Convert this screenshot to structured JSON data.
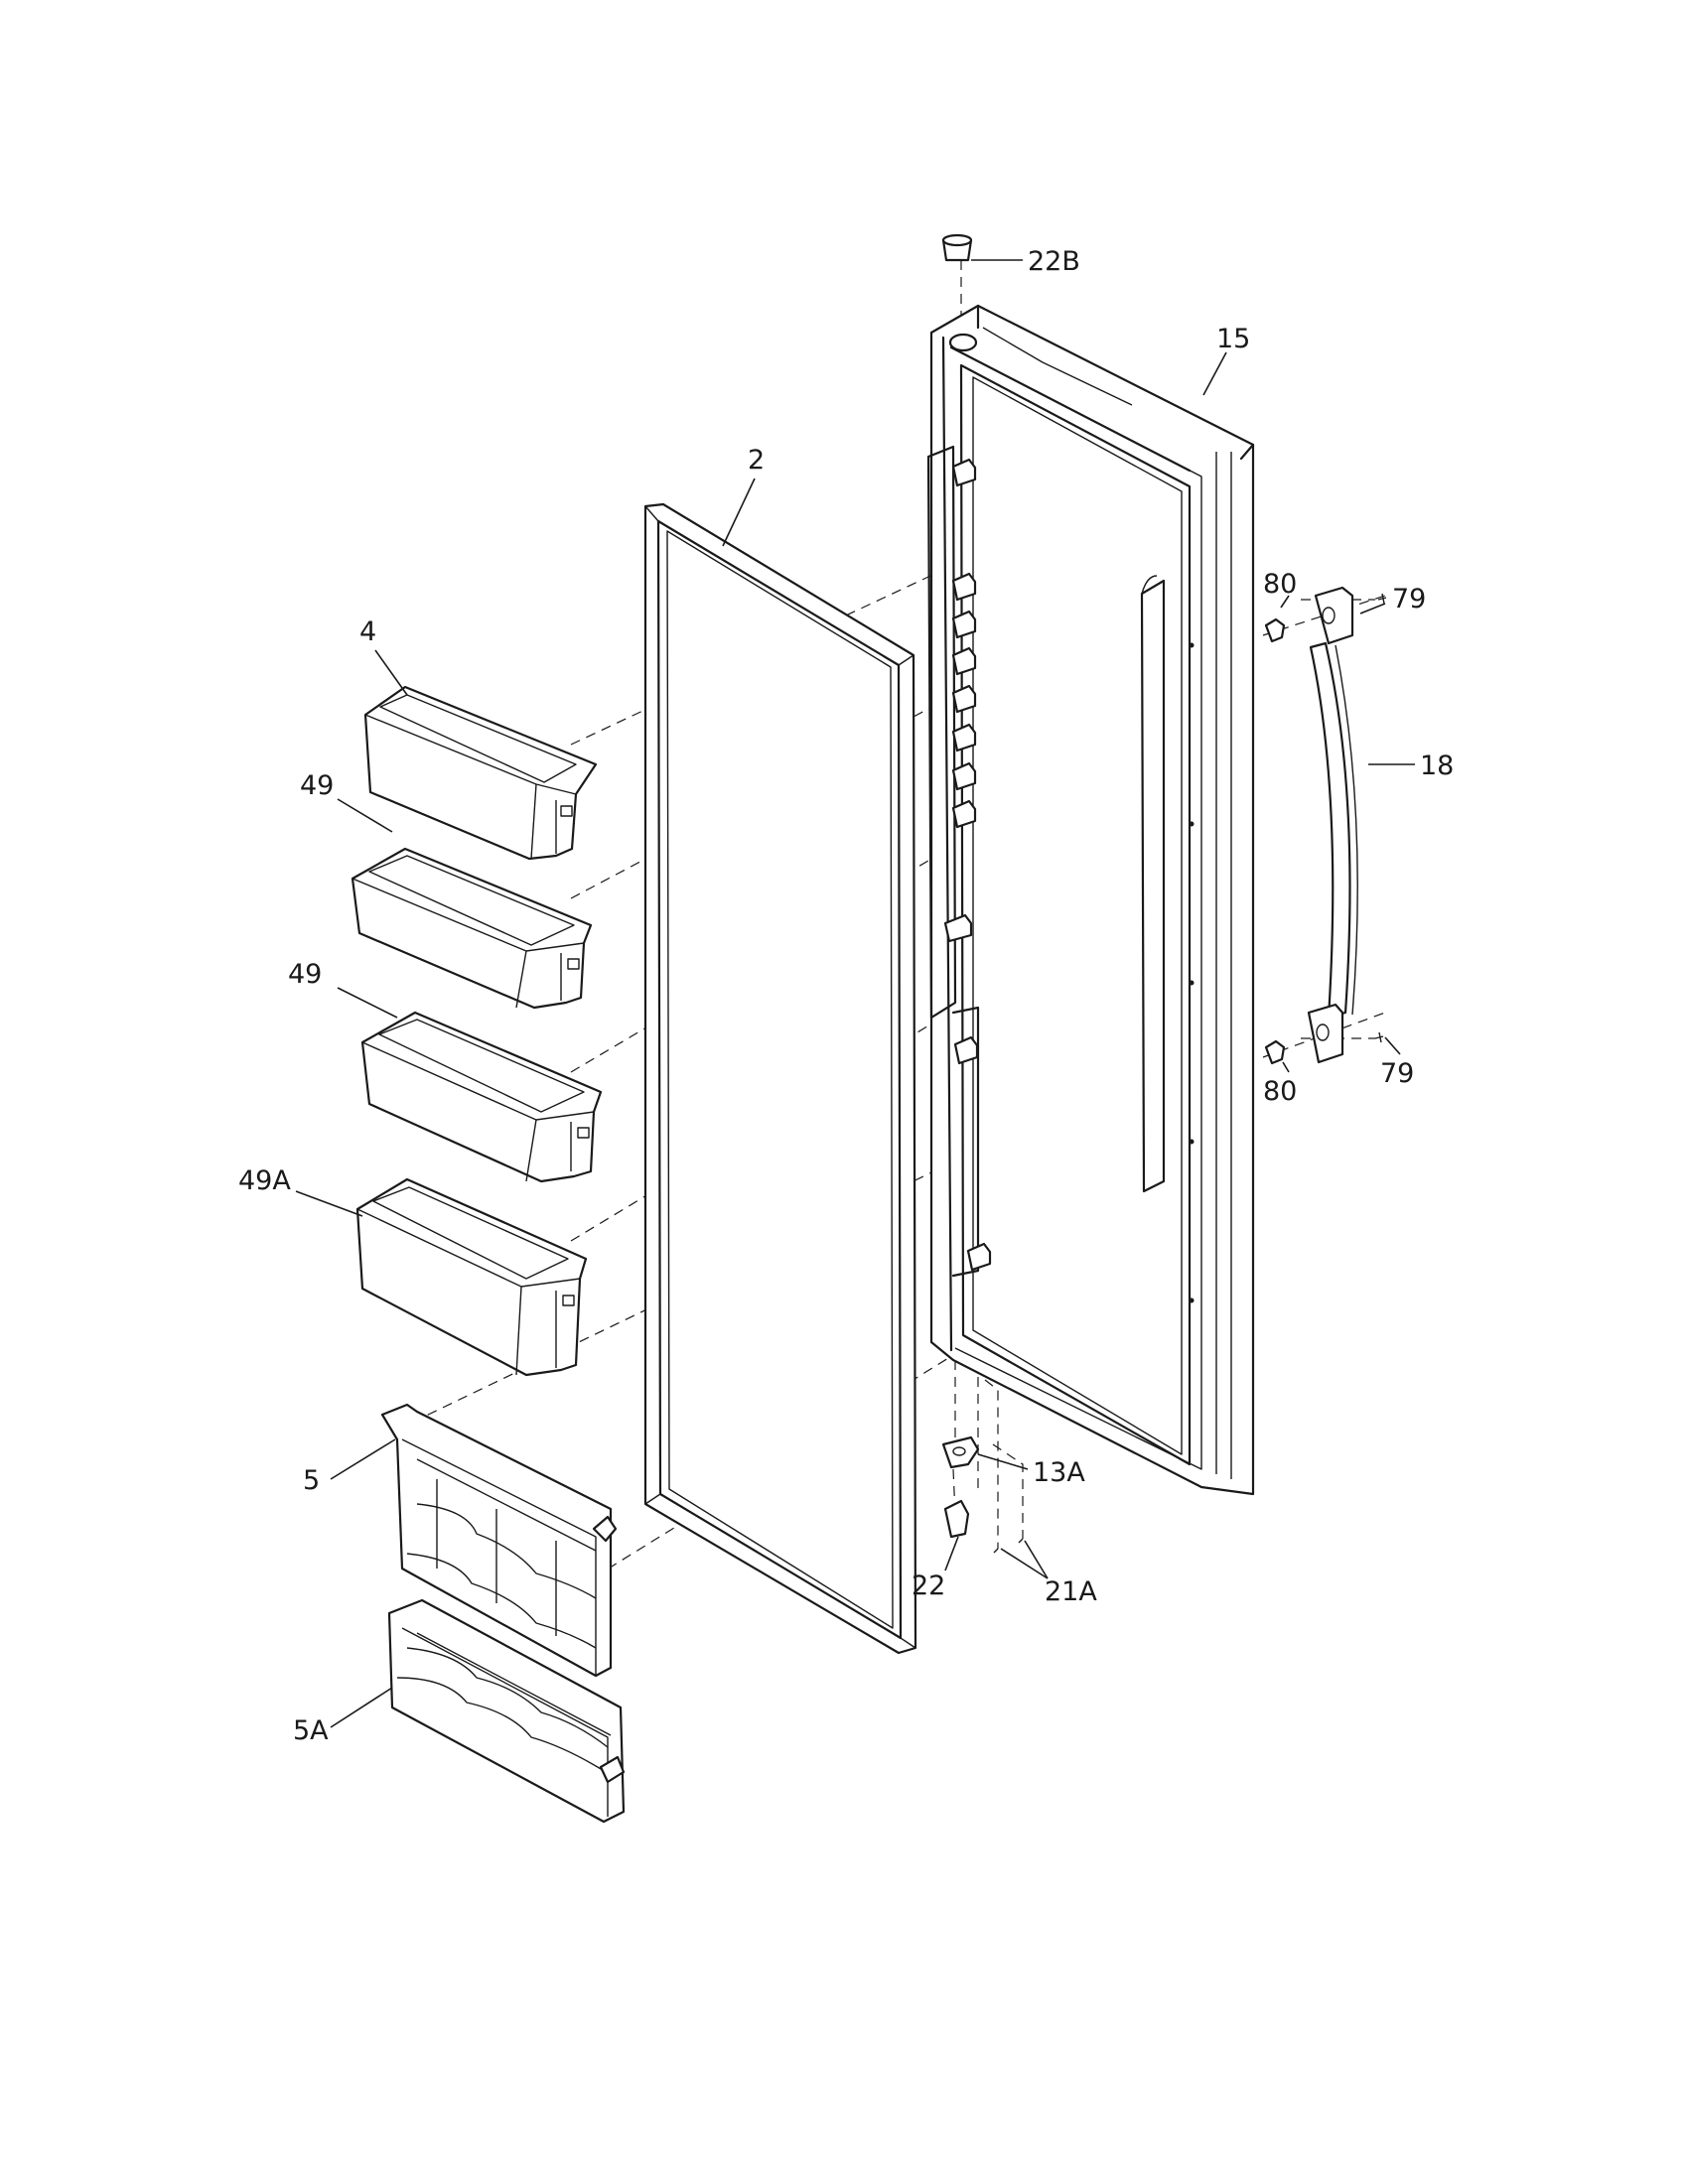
{
  "diagram": {
    "callouts": [
      {
        "id": "c22b",
        "label": "22B"
      },
      {
        "id": "c15",
        "label": "15"
      },
      {
        "id": "c2",
        "label": "2"
      },
      {
        "id": "c4",
        "label": "4"
      },
      {
        "id": "c49a",
        "label": "49"
      },
      {
        "id": "c49b",
        "label": "49"
      },
      {
        "id": "c49A",
        "label": "49A"
      },
      {
        "id": "c5",
        "label": "5"
      },
      {
        "id": "c5A",
        "label": "5A"
      },
      {
        "id": "c80a",
        "label": "80"
      },
      {
        "id": "c79a",
        "label": "79"
      },
      {
        "id": "c18",
        "label": "18"
      },
      {
        "id": "c80b",
        "label": "80"
      },
      {
        "id": "c79b",
        "label": "79"
      },
      {
        "id": "c13A",
        "label": "13A"
      },
      {
        "id": "c22",
        "label": "22"
      },
      {
        "id": "c21A",
        "label": "21A"
      }
    ]
  }
}
